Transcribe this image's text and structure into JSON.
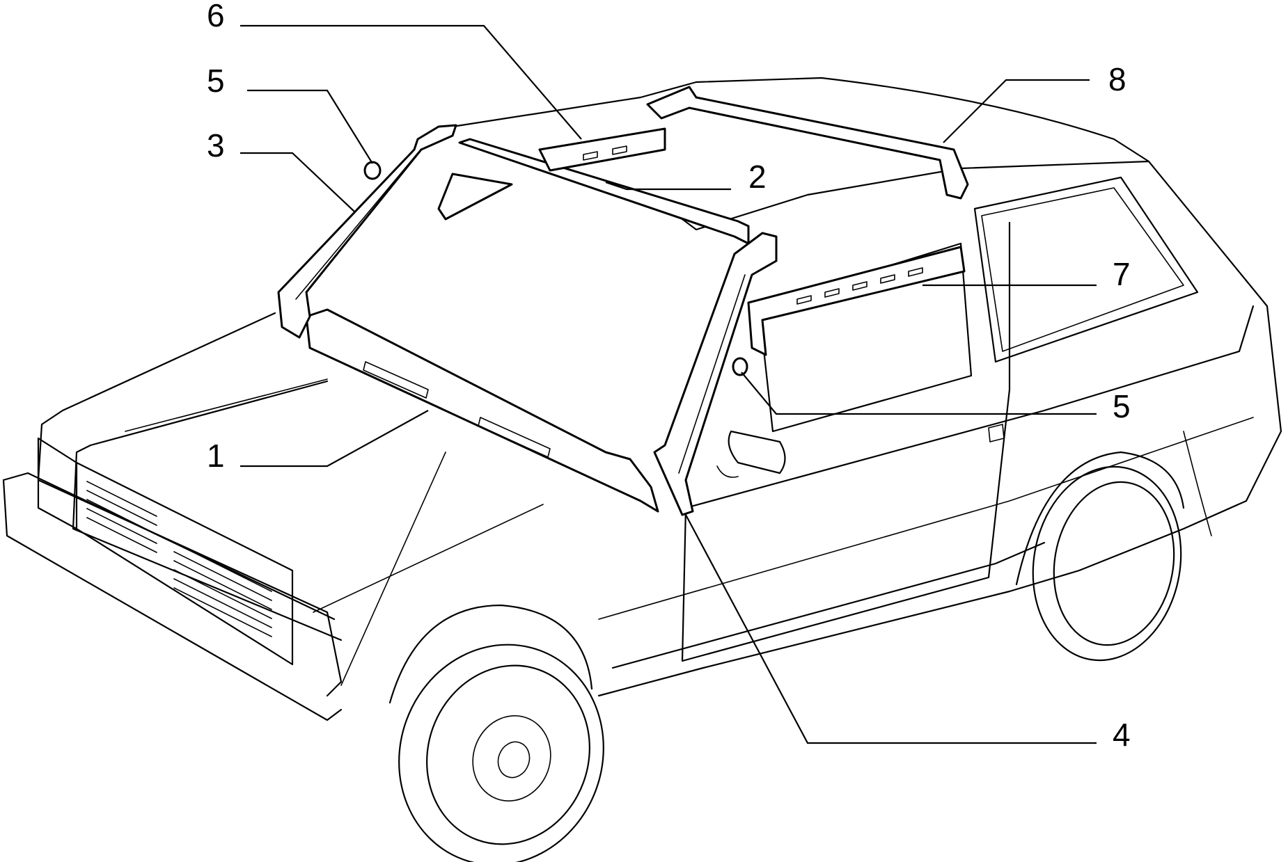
{
  "callouts": {
    "c1": "1",
    "c2": "2",
    "c3": "3",
    "c4": "4",
    "c5_top": "5",
    "c5_side": "5",
    "c6": "6",
    "c7": "7",
    "c8": "8"
  }
}
